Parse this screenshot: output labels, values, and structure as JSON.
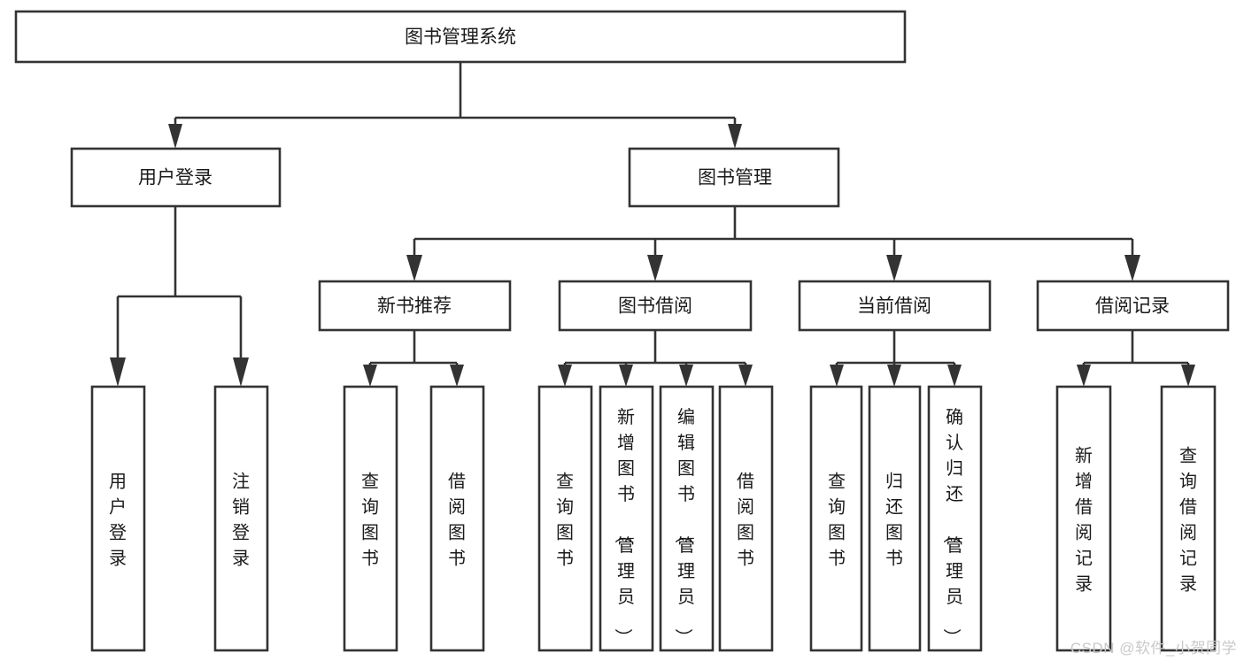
{
  "diagram": {
    "type": "tree-hierarchy",
    "title": "图书管理系统",
    "orientation": "top-down",
    "watermark": "CSDN @软件_小贺同学",
    "colors": {
      "stroke": "#333333",
      "fill": "#ffffff",
      "text": "#1a1a1a",
      "watermark": "#c9c9c9",
      "background": "#ffffff"
    },
    "levels": {
      "root": {
        "label": "图书管理系统"
      },
      "level2": [
        {
          "label": "用户登录"
        },
        {
          "label": "图书管理"
        }
      ],
      "level3": [
        {
          "label": "新书推荐"
        },
        {
          "label": "图书借阅"
        },
        {
          "label": "当前借阅"
        },
        {
          "label": "借阅记录"
        }
      ],
      "leaves": {
        "user_login": [
          {
            "label": "用户登录"
          },
          {
            "label": "注销登录"
          }
        ],
        "new_book_recommend": [
          {
            "label": "查询图书"
          },
          {
            "label": "借阅图书"
          }
        ],
        "book_borrow": [
          {
            "label": "查询图书"
          },
          {
            "label": "新增图书（管理员）"
          },
          {
            "label": "编辑图书（管理员）"
          },
          {
            "label": "借阅图书"
          }
        ],
        "current_borrow": [
          {
            "label": "查询图书"
          },
          {
            "label": "归还图书"
          },
          {
            "label": "确认归还（管理员）"
          }
        ],
        "borrow_record": [
          {
            "label": "新增借阅记录"
          },
          {
            "label": "查询借阅记录"
          }
        ]
      }
    }
  }
}
